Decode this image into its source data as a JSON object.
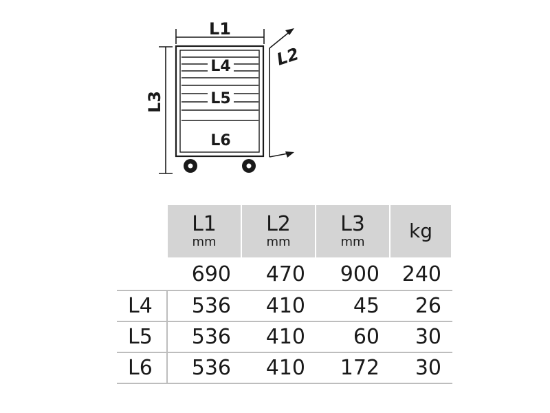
{
  "diagram": {
    "labels": {
      "l1": "L1",
      "l2": "L2",
      "l3": "L3",
      "l4": "L4",
      "l5": "L5",
      "l6": "L6"
    }
  },
  "table": {
    "headers": [
      {
        "main": "L1",
        "unit": "mm"
      },
      {
        "main": "L2",
        "unit": "mm"
      },
      {
        "main": "L3",
        "unit": "mm"
      },
      {
        "main": "kg",
        "unit": ""
      }
    ],
    "rows": [
      {
        "label": "",
        "values": [
          "690",
          "470",
          "900",
          "240"
        ]
      },
      {
        "label": "L4",
        "values": [
          "536",
          "410",
          "45",
          "26"
        ]
      },
      {
        "label": "L5",
        "values": [
          "536",
          "410",
          "60",
          "30"
        ]
      },
      {
        "label": "L6",
        "values": [
          "536",
          "410",
          "172",
          "30"
        ]
      }
    ]
  },
  "colors": {
    "header_fill": "#d4d4d4",
    "line": "#1a1a1a",
    "grid": "#bdbdbd"
  }
}
